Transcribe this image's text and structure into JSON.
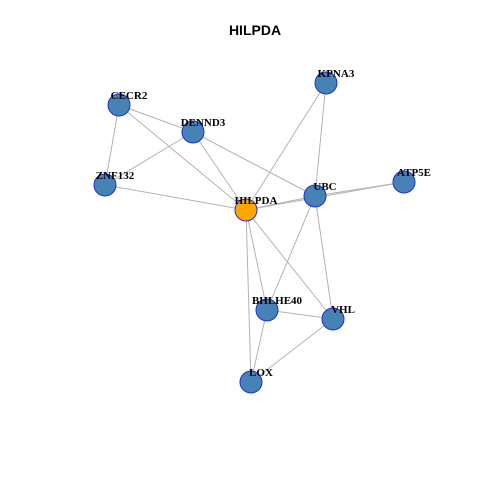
{
  "title": "HILPDA",
  "colors": {
    "node_fill": "#4682b4",
    "hub_fill": "#ffa500",
    "node_border": "#1a2fd6",
    "edge": "#b3b3b3"
  },
  "network": {
    "hub": "HILPDA",
    "nodes": [
      "KPNA3",
      "CECR2",
      "DENND3",
      "ZNF132",
      "HILPDA",
      "UBC",
      "ATP5E",
      "BHLHE40",
      "VHL",
      "LOX"
    ],
    "edges": [
      [
        "CECR2",
        "DENND3"
      ],
      [
        "CECR2",
        "ZNF132"
      ],
      [
        "CECR2",
        "HILPDA"
      ],
      [
        "DENND3",
        "ZNF132"
      ],
      [
        "DENND3",
        "HILPDA"
      ],
      [
        "DENND3",
        "UBC"
      ],
      [
        "ZNF132",
        "HILPDA"
      ],
      [
        "KPNA3",
        "HILPDA"
      ],
      [
        "KPNA3",
        "UBC"
      ],
      [
        "HILPDA",
        "UBC"
      ],
      [
        "HILPDA",
        "ATP5E"
      ],
      [
        "UBC",
        "ATP5E"
      ],
      [
        "HILPDA",
        "BHLHE40"
      ],
      [
        "HILPDA",
        "VHL"
      ],
      [
        "HILPDA",
        "LOX"
      ],
      [
        "UBC",
        "BHLHE40"
      ],
      [
        "UBC",
        "VHL"
      ],
      [
        "BHLHE40",
        "VHL"
      ],
      [
        "BHLHE40",
        "LOX"
      ],
      [
        "VHL",
        "LOX"
      ]
    ]
  }
}
